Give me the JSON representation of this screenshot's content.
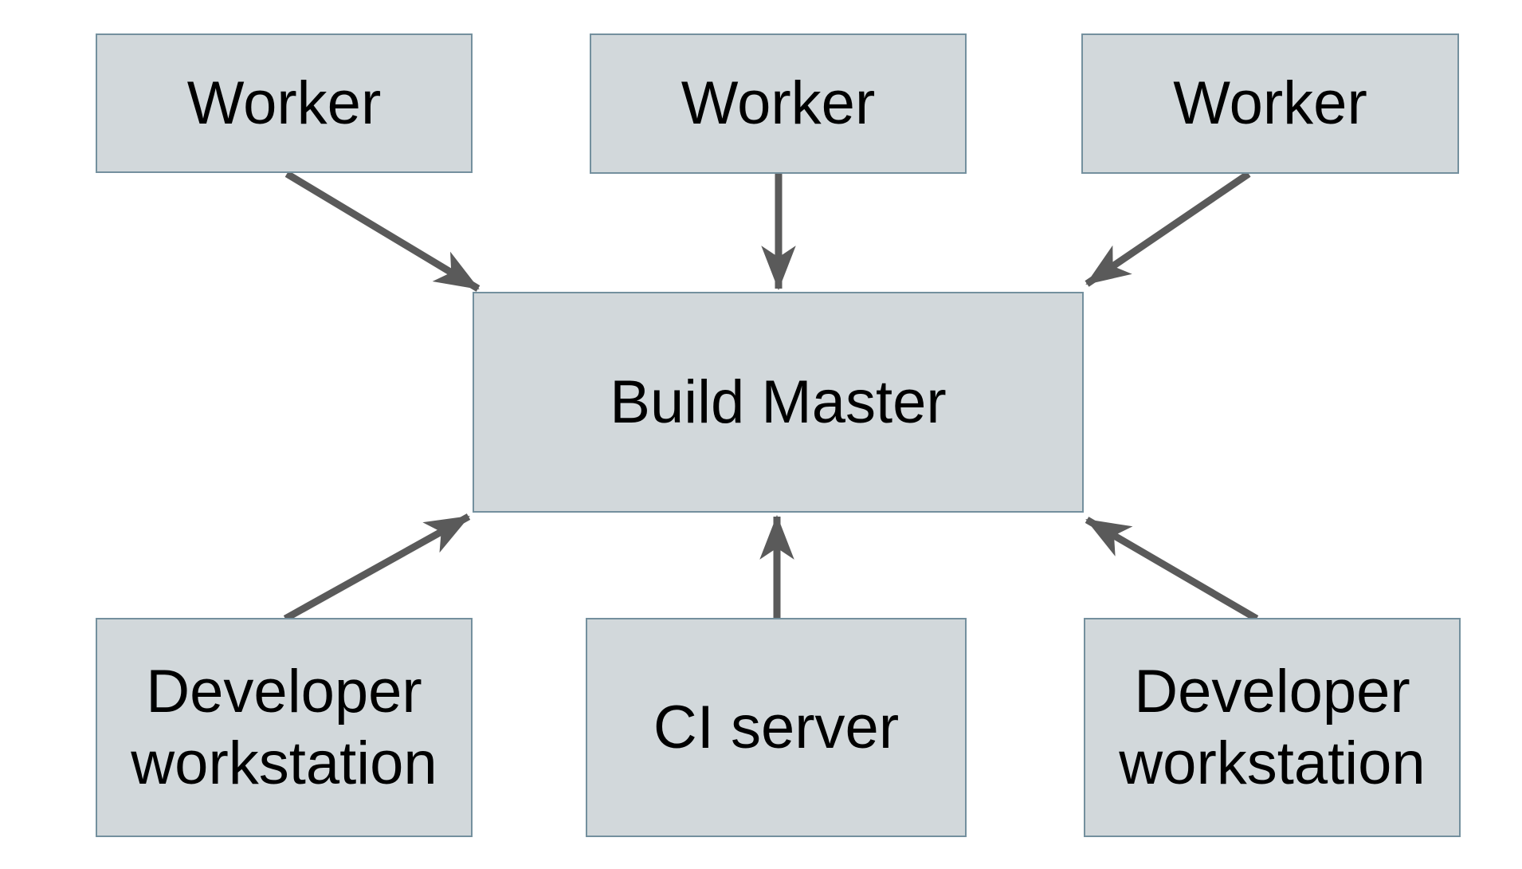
{
  "diagram": {
    "nodes": {
      "worker1": {
        "label": "Worker"
      },
      "worker2": {
        "label": "Worker"
      },
      "worker3": {
        "label": "Worker"
      },
      "build_master": {
        "label": "Build Master"
      },
      "dev_left": {
        "label": "Developer workstation"
      },
      "ci_server": {
        "label": "CI server"
      },
      "dev_right": {
        "label": "Developer workstation"
      }
    },
    "edges": [
      {
        "from": "worker1",
        "to": "build_master"
      },
      {
        "from": "worker2",
        "to": "build_master"
      },
      {
        "from": "worker3",
        "to": "build_master"
      },
      {
        "from": "dev_left",
        "to": "build_master"
      },
      {
        "from": "ci_server",
        "to": "build_master"
      },
      {
        "from": "dev_right",
        "to": "build_master"
      }
    ],
    "colors": {
      "background": "#ffffff",
      "node_fill": "#d2d8db",
      "node_border": "#74909e",
      "arrow": "#5a5a5a",
      "text": "#000000"
    }
  }
}
